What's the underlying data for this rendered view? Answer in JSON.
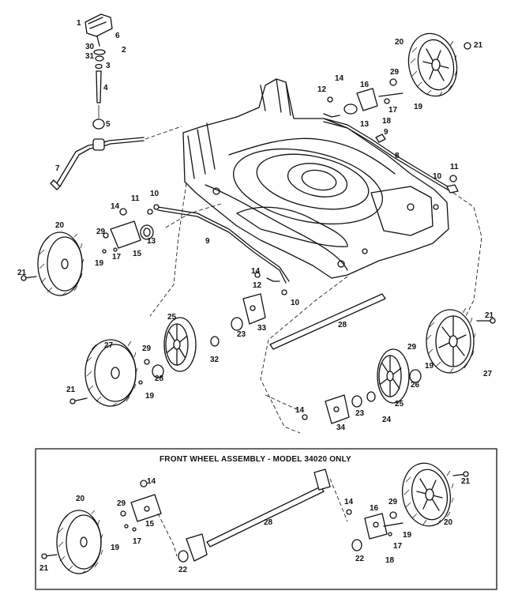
{
  "diagram": {
    "inset_title": "FRONT WHEEL ASSEMBLY - MODEL 34020 ONLY",
    "callouts_main": [
      "1",
      "6",
      "2",
      "30",
      "31",
      "3",
      "4",
      "5",
      "7",
      "20",
      "21",
      "14",
      "12",
      "16",
      "29",
      "19",
      "17",
      "18",
      "13",
      "9",
      "8",
      "10",
      "11",
      "14",
      "11",
      "10",
      "20",
      "29",
      "19",
      "17",
      "15",
      "13",
      "21",
      "9",
      "14",
      "12",
      "10",
      "25",
      "23",
      "33",
      "28",
      "32",
      "27",
      "29",
      "28",
      "19",
      "21",
      "21",
      "29",
      "19",
      "27",
      "26",
      "14",
      "23",
      "25",
      "24",
      "34"
    ],
    "callouts_inset": [
      "14",
      "20",
      "29",
      "15",
      "19",
      "17",
      "21",
      "22",
      "28",
      "14",
      "16",
      "29",
      "19",
      "17",
      "18",
      "22",
      "21",
      "20"
    ]
  }
}
